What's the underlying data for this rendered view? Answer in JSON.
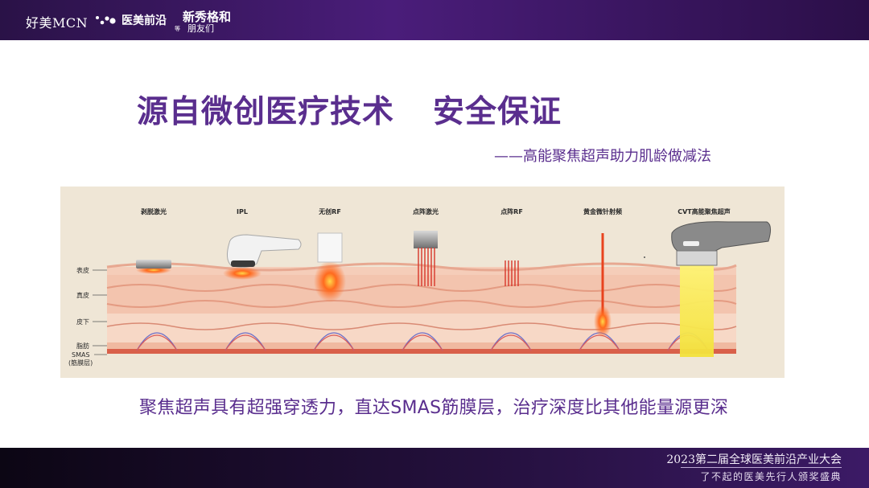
{
  "header": {
    "brand_mcn": "好美MCN",
    "brand_front": "医美前沿",
    "slogan_top": "新秀格和",
    "slogan_bottom": "朋友们",
    "slogan_mark": "等"
  },
  "headline": {
    "part1": "源自微创医疗技术",
    "part2": "安全保证"
  },
  "subhead": "——高能聚焦超声助力肌龄做减法",
  "figure": {
    "treatments": [
      "剥脱激光",
      "IPL",
      "无创RF",
      "点阵激光",
      "点阵RF",
      "黄金微针射频",
      "CVT高能聚焦超声"
    ],
    "layers": [
      "表皮",
      "真皮",
      "皮下",
      "脂肪",
      "SMAS",
      "(筋膜层)"
    ]
  },
  "caption": "聚焦超声具有超强穿透力，直达SMAS筋膜层，治疗深度比其他能量源更深",
  "footer": {
    "conference_title": "2023第二届全球医美前沿产业大会",
    "conference_slogan": "了不起的医美先行人颁奖盛典"
  },
  "colors": {
    "accent_purple": "#5a2e8e",
    "header_purple": "#4a1d7a",
    "footer_dark": "#24103d",
    "panel_beige": "#efe6d6",
    "skin_pink": "#f2c7b4",
    "energy_red": "#e8431e",
    "ultrasound_yellow": "#f6e84a"
  }
}
